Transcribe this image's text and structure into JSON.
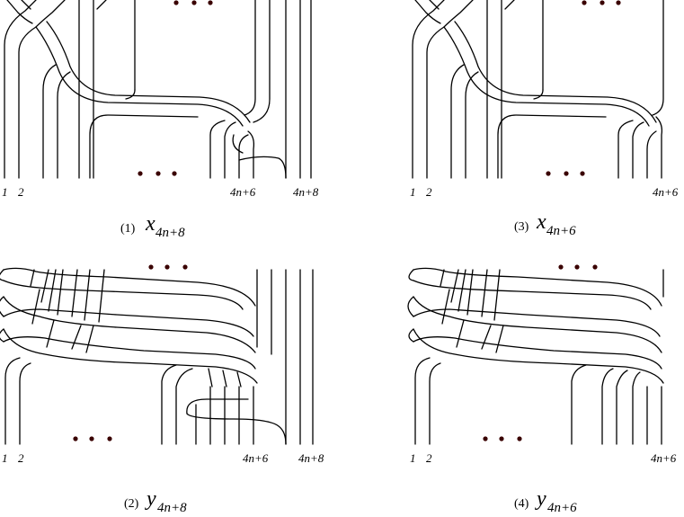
{
  "panels": [
    {
      "caption_number": "(1)",
      "caption_var": "x",
      "caption_sub": "4n+8",
      "strand_labels": [
        "1",
        "2",
        "4n+6",
        "4n+8"
      ]
    },
    {
      "caption_number": "(2)",
      "caption_var": "y",
      "caption_sub": "4n+8",
      "strand_labels": [
        "1",
        "2",
        "4n+6",
        "4n+8"
      ]
    },
    {
      "caption_number": "(3)",
      "caption_var": "x",
      "caption_sub": "4n+6",
      "strand_labels": [
        "1",
        "2",
        "4n+6"
      ]
    },
    {
      "caption_number": "(4)",
      "caption_var": "y",
      "caption_sub": "4n+6",
      "strand_labels": [
        "1",
        "2",
        "4n+6"
      ]
    }
  ],
  "colors": {
    "strand": "#000000",
    "dots": "#3a0000"
  }
}
